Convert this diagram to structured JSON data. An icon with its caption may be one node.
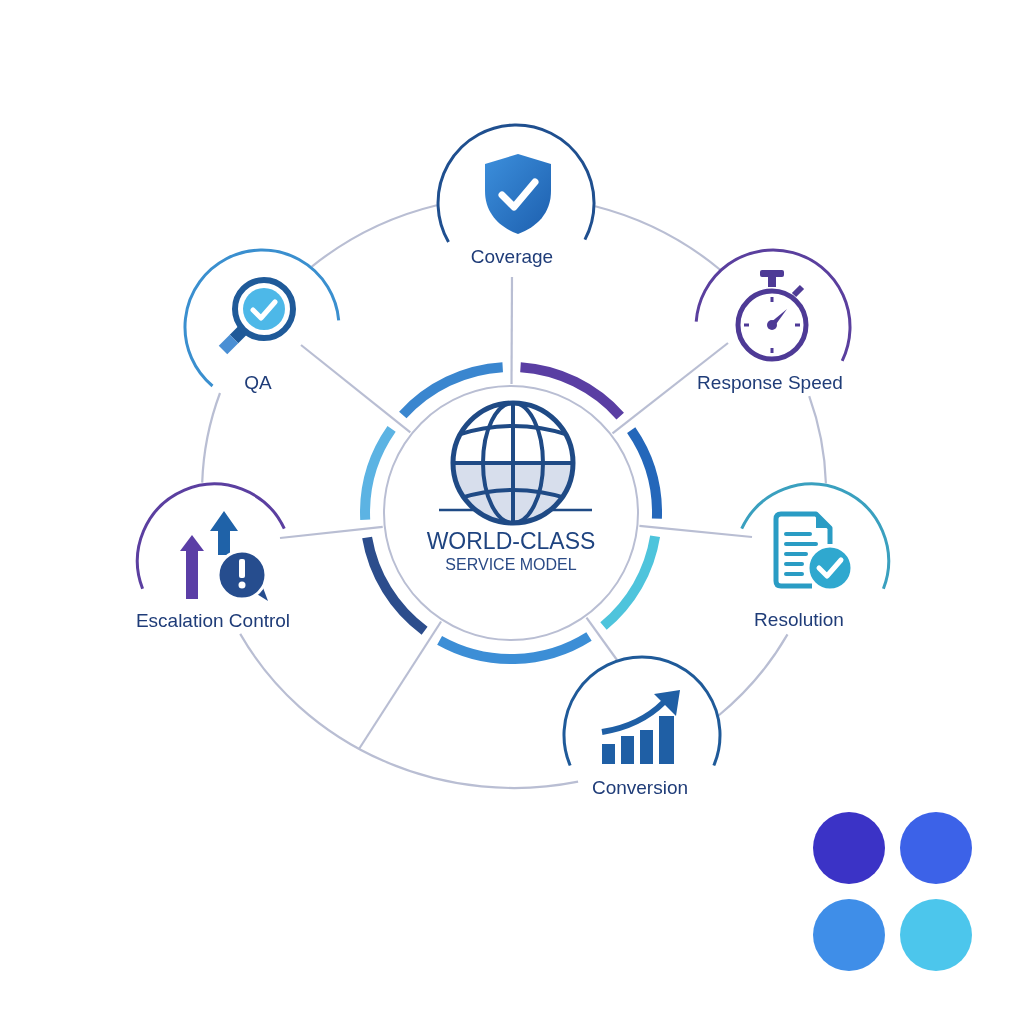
{
  "diagram": {
    "nodes": [
      {
        "text": [
          "Coverage"
        ]
      },
      {
        "text": [
          "QA"
        ]
      },
      {
        "text": [
          "Response Speed"
        ]
      },
      {
        "text": [
          "WORLD-CLASS",
          "SERVICE MODEL"
        ]
      },
      {
        "text": [
          "Escalation Control"
        ]
      },
      {
        "text": [
          "Resolution"
        ]
      },
      {
        "text": [
          "Conversion"
        ]
      }
    ],
    "edges": [
      {
        "from": 3,
        "to": 0,
        "arrow": "none"
      },
      {
        "from": 3,
        "to": 2,
        "arrow": "none"
      },
      {
        "from": 3,
        "to": 5,
        "arrow": "none"
      },
      {
        "from": 3,
        "to": 6,
        "arrow": "none"
      },
      {
        "from": 3,
        "to": null,
        "arrow": "none"
      },
      {
        "from": 3,
        "to": 4,
        "arrow": "none"
      },
      {
        "from": 3,
        "to": 1,
        "arrow": "none"
      },
      {
        "from": 0,
        "to": 2,
        "arrow": "none"
      },
      {
        "from": 2,
        "to": 5,
        "arrow": "none"
      },
      {
        "from": 5,
        "to": 6,
        "arrow": "none"
      },
      {
        "from": 6,
        "to": 4,
        "arrow": "none"
      },
      {
        "from": 4,
        "to": 1,
        "arrow": "none"
      },
      {
        "from": 1,
        "to": 0,
        "arrow": "none"
      }
    ]
  }
}
